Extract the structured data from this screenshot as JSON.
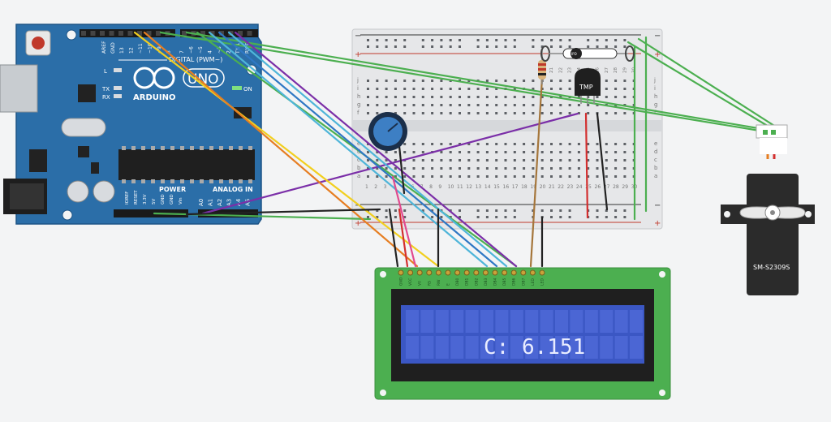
{
  "arduino": {
    "brand": "ARDUINO",
    "model": "UNO",
    "aref_label": "AREF",
    "gnd_label": "GND",
    "digital_label": "DIGITAL (PWM~)",
    "led_labels": {
      "l": "L",
      "tx": "TX",
      "rx": "RX",
      "on": "ON"
    },
    "digital_pins": [
      "13",
      "12",
      "~11",
      "~10",
      "~9",
      "8",
      "7",
      "~6",
      "~5",
      "4",
      "~3",
      "2",
      "TX 1",
      "RX 0"
    ],
    "power_label": "POWER",
    "analog_label": "ANALOG IN",
    "power_pins": [
      "IOREF",
      "RESET",
      "3.3V",
      "5V",
      "GND",
      "GND",
      "Vin"
    ],
    "analog_pins": [
      "A0",
      "A1",
      "A2",
      "A3",
      "A4",
      "A5"
    ]
  },
  "breadboard": {
    "row_letters_top": [
      "j",
      "i",
      "h",
      "g",
      "f"
    ],
    "row_letters_bottom": [
      "e",
      "d",
      "c",
      "b",
      "a"
    ],
    "minus_sign": "−",
    "plus_sign": "+",
    "col_labels_top": [
      "20",
      "21",
      "22",
      "23",
      "24",
      "25",
      "26",
      "27",
      "28",
      "29",
      "30"
    ],
    "col_labels_bottom": [
      "1",
      "2",
      "3",
      "4",
      "5",
      "6",
      "7",
      "8",
      "9",
      "10",
      "11",
      "12",
      "13",
      "14",
      "15",
      "16",
      "17",
      "18",
      "19",
      "20",
      "21",
      "22",
      "23",
      "24",
      "25",
      "26",
      "27",
      "28",
      "29",
      "30"
    ]
  },
  "sensor": {
    "label": "TMP"
  },
  "diode": {
    "label": "IPD"
  },
  "lcd": {
    "pins": [
      "GND",
      "VCC",
      "V0",
      "RS",
      "RW",
      "E",
      "DB0",
      "DB1",
      "DB2",
      "DB3",
      "DB4",
      "DB5",
      "DB6",
      "DB7",
      "LED",
      "LED"
    ],
    "line1": "",
    "line2": "C: 6.151"
  },
  "servo": {
    "model": "SM-S2309S"
  },
  "colors": {
    "board": "#2b6ea8",
    "lcd_pcb": "#4caf50",
    "lcd_screen": "#3b57c4",
    "wire_green": "#4caf50",
    "wire_purple": "#7b2fa8",
    "wire_cyan": "#4fb5d9",
    "wire_blue": "#2f78c4",
    "wire_yellow": "#f2cf1f",
    "wire_orange": "#e67e22",
    "wire_black": "#222222",
    "wire_red": "#d32f2f",
    "wire_brown": "#a5763b"
  }
}
